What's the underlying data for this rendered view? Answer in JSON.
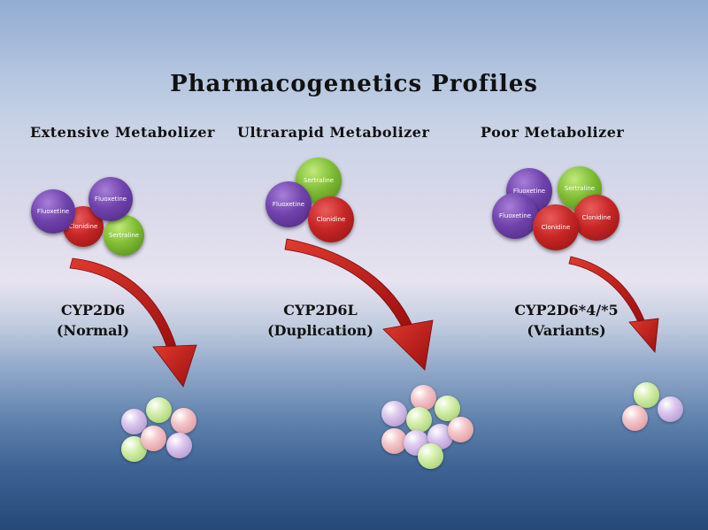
{
  "title": "Pharmacogenetics Profiles",
  "columns": [
    {
      "heading": "Extensive Metabolizer",
      "enzyme": "CYP2D6",
      "note": "(Normal)"
    },
    {
      "heading": "Ultrarapid Metabolizer",
      "enzyme": "CYP2D6L",
      "note": "(Duplication)"
    },
    {
      "heading": "Poor Metabolizer",
      "enzyme": "CYP2D6*4/*5",
      "note": "(Variants)"
    }
  ],
  "drugs": {
    "fluoxetine": "Fluoxetine",
    "clonidine": "Clonidine",
    "sertraline": "Sertraline"
  },
  "colors": {
    "fluoxetine": "#7043ac",
    "clonidine": "#c72626",
    "sertraline": "#80bd35",
    "arrow": "#c8191a"
  }
}
